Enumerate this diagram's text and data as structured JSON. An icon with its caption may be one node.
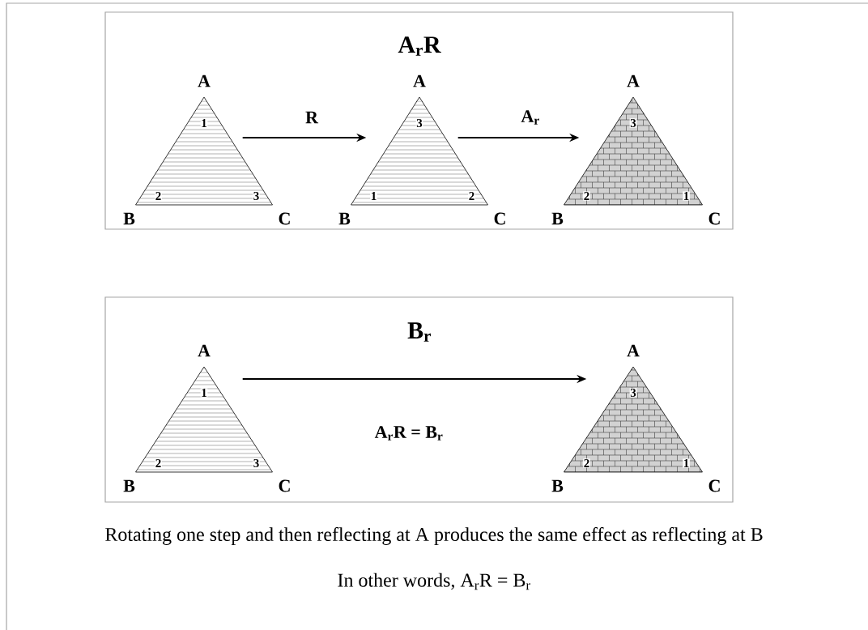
{
  "diagram": {
    "nodes": [
      {
        "text": [
          "A$_{r}$R"
        ]
      },
      {
        "text": [
          "1",
          "2",
          "3"
        ],
        "beside": [
          "A",
          "B",
          "C"
        ],
        "in": 0
      },
      {
        "text": [
          "3",
          "1",
          "2"
        ],
        "beside": [
          "A",
          "B",
          "C"
        ],
        "in": 0
      },
      {
        "text": [
          "3",
          "2",
          "1"
        ],
        "beside": [
          "A",
          "B",
          "C"
        ],
        "in": 0
      },
      {
        "text": [
          "B$_{r}$"
        ]
      },
      {
        "text": [
          "1",
          "2",
          "3"
        ],
        "beside": [
          "A",
          "B",
          "C"
        ],
        "in": 4
      },
      {
        "text": [
          "3",
          "2",
          "1"
        ],
        "beside": [
          "A",
          "B",
          "C"
        ],
        "in": 4
      }
    ],
    "edges": [
      {
        "from": 1,
        "to": 2,
        "arrow": "to",
        "label": "R"
      },
      {
        "from": 2,
        "to": 3,
        "arrow": "to",
        "label": "A$_{r}$"
      },
      {
        "from": 5,
        "to": 6,
        "arrow": "to",
        "label": "A$_{r}$R = B$_{r}$"
      }
    ],
    "labels": [
      "Rotating one step and then reflecting at A produces the same effect as reflecting at B",
      "In other words, A$_{r}$R = B$_{r}$"
    ]
  }
}
